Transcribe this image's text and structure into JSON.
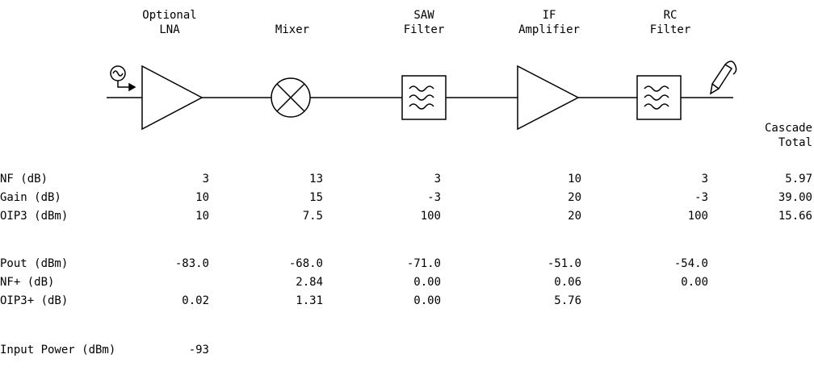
{
  "stages": [
    {
      "title": "Optional\nLNA",
      "nf": "3",
      "gain": "10",
      "oip3": "10",
      "pout": "-83.0",
      "nf_plus": "",
      "oip3_plus": "0.02"
    },
    {
      "title": "Mixer",
      "nf": "13",
      "gain": "15",
      "oip3": "7.5",
      "pout": "-68.0",
      "nf_plus": "2.84",
      "oip3_plus": "1.31"
    },
    {
      "title": "SAW\nFilter",
      "nf": "3",
      "gain": "-3",
      "oip3": "100",
      "pout": "-71.0",
      "nf_plus": "0.00",
      "oip3_plus": "0.00"
    },
    {
      "title": "IF\nAmplifier",
      "nf": "10",
      "gain": "20",
      "oip3": "20",
      "pout": "-51.0",
      "nf_plus": "0.06",
      "oip3_plus": "5.76"
    },
    {
      "title": "RC\nFilter",
      "nf": "3",
      "gain": "-3",
      "oip3": "100",
      "pout": "-54.0",
      "nf_plus": "0.00",
      "oip3_plus": ""
    }
  ],
  "cascade": {
    "header_line1": "Cascade",
    "header_line2": "Total",
    "nf": "5.97",
    "gain": "39.00",
    "oip3": "15.66"
  },
  "row_labels": {
    "nf": "NF (dB)",
    "gain": "Gain (dB)",
    "oip3": "OIP3 (dBm)",
    "pout": "Pout (dBm)",
    "nf_plus": "NF+ (dB)",
    "oip3_plus": "OIP3+ (dB)",
    "input_power": "Input Power (dBm)"
  },
  "input_power": "-93"
}
